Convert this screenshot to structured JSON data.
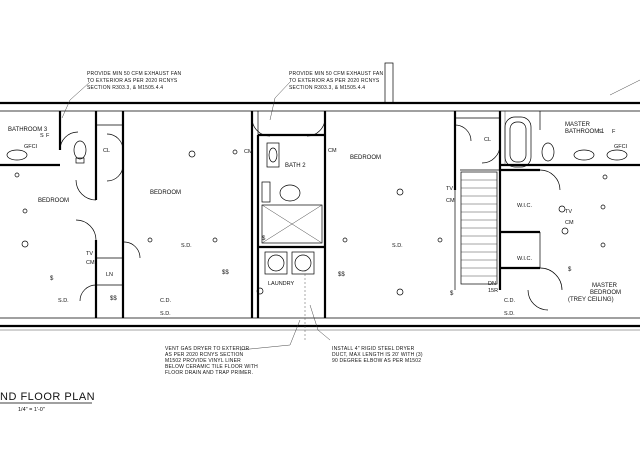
{
  "rooms": {
    "bathroom3": "BATHROOM 3",
    "bedroom_left": "BEDROOM",
    "bedroom_center": "BEDROOM",
    "bath2": "BATH 2",
    "bedroom_right": "BEDROOM",
    "master_bath_a": "MASTER",
    "master_bath_b": "BATHROOM 1",
    "master_bedroom_a": "MASTER",
    "master_bedroom_b": "BEDROOM",
    "trey": "(TREY CEILING)",
    "laundry": "LAUNDRY",
    "ln": "LN",
    "cl_left": "CL",
    "cl_right": "CL",
    "wic1": "W.I.C.",
    "wic2": "W.I.C."
  },
  "symbols": {
    "sd": "S.D.",
    "cd": "C.D.",
    "switch": "$",
    "double_switch": "$$",
    "smoke": "S",
    "thermo": "T",
    "f": "F",
    "tv": "TV",
    "cm": "CM",
    "gfci": "GFCI",
    "dn": "DN",
    "risers": "15R"
  },
  "notes": {
    "fan1": [
      "PROVIDE MIN 50 CFM EXHAUST FAN",
      "TO EXTERIOR AS PER 2020 RCNYS",
      "SECTION R303.3, & M1505.4.4"
    ],
    "fan2": [
      "PROVIDE MIN 50 CFM EXHAUST FAN",
      "TO EXTERIOR AS PER 2020 RCNYS",
      "SECTION R303.3, & M1505.4.4"
    ],
    "dryer_vent": [
      "VENT GAS DRYER TO EXTERIOR",
      "AS PER 2020 RCNYS SECTION",
      "M1502 PROVIDE VINYL LINER",
      "BELOW CERAMIC TILE FLOOR WITH",
      "FLOOR DRAIN AND TRAP PRIMER."
    ],
    "dryer_duct": [
      "INSTALL 4\" RIGID STEEL DRYER",
      "DUCT, MAX LENGTH IS 20' WITH (3)",
      "90 DEGREE ELBOW AS PER M1502"
    ]
  },
  "title": {
    "text": "ND FLOOR PLAN",
    "scale": "1/4\" = 1'-0\""
  }
}
